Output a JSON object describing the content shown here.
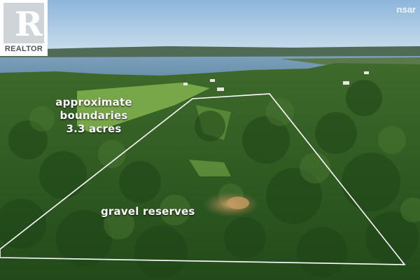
{
  "labels": {
    "boundary_line1": "approximate boundaries",
    "boundary_line2": "3.3 acres",
    "gravel": "gravel reserves"
  },
  "logos": {
    "realtor": "REALTOR",
    "nsar": "nsar"
  },
  "colors": {
    "sky": "#a9c9e4",
    "water": "#6f94b0",
    "forest": "#2e5a23",
    "field": "#7fae4c",
    "boundary_line": "#ffffff"
  }
}
